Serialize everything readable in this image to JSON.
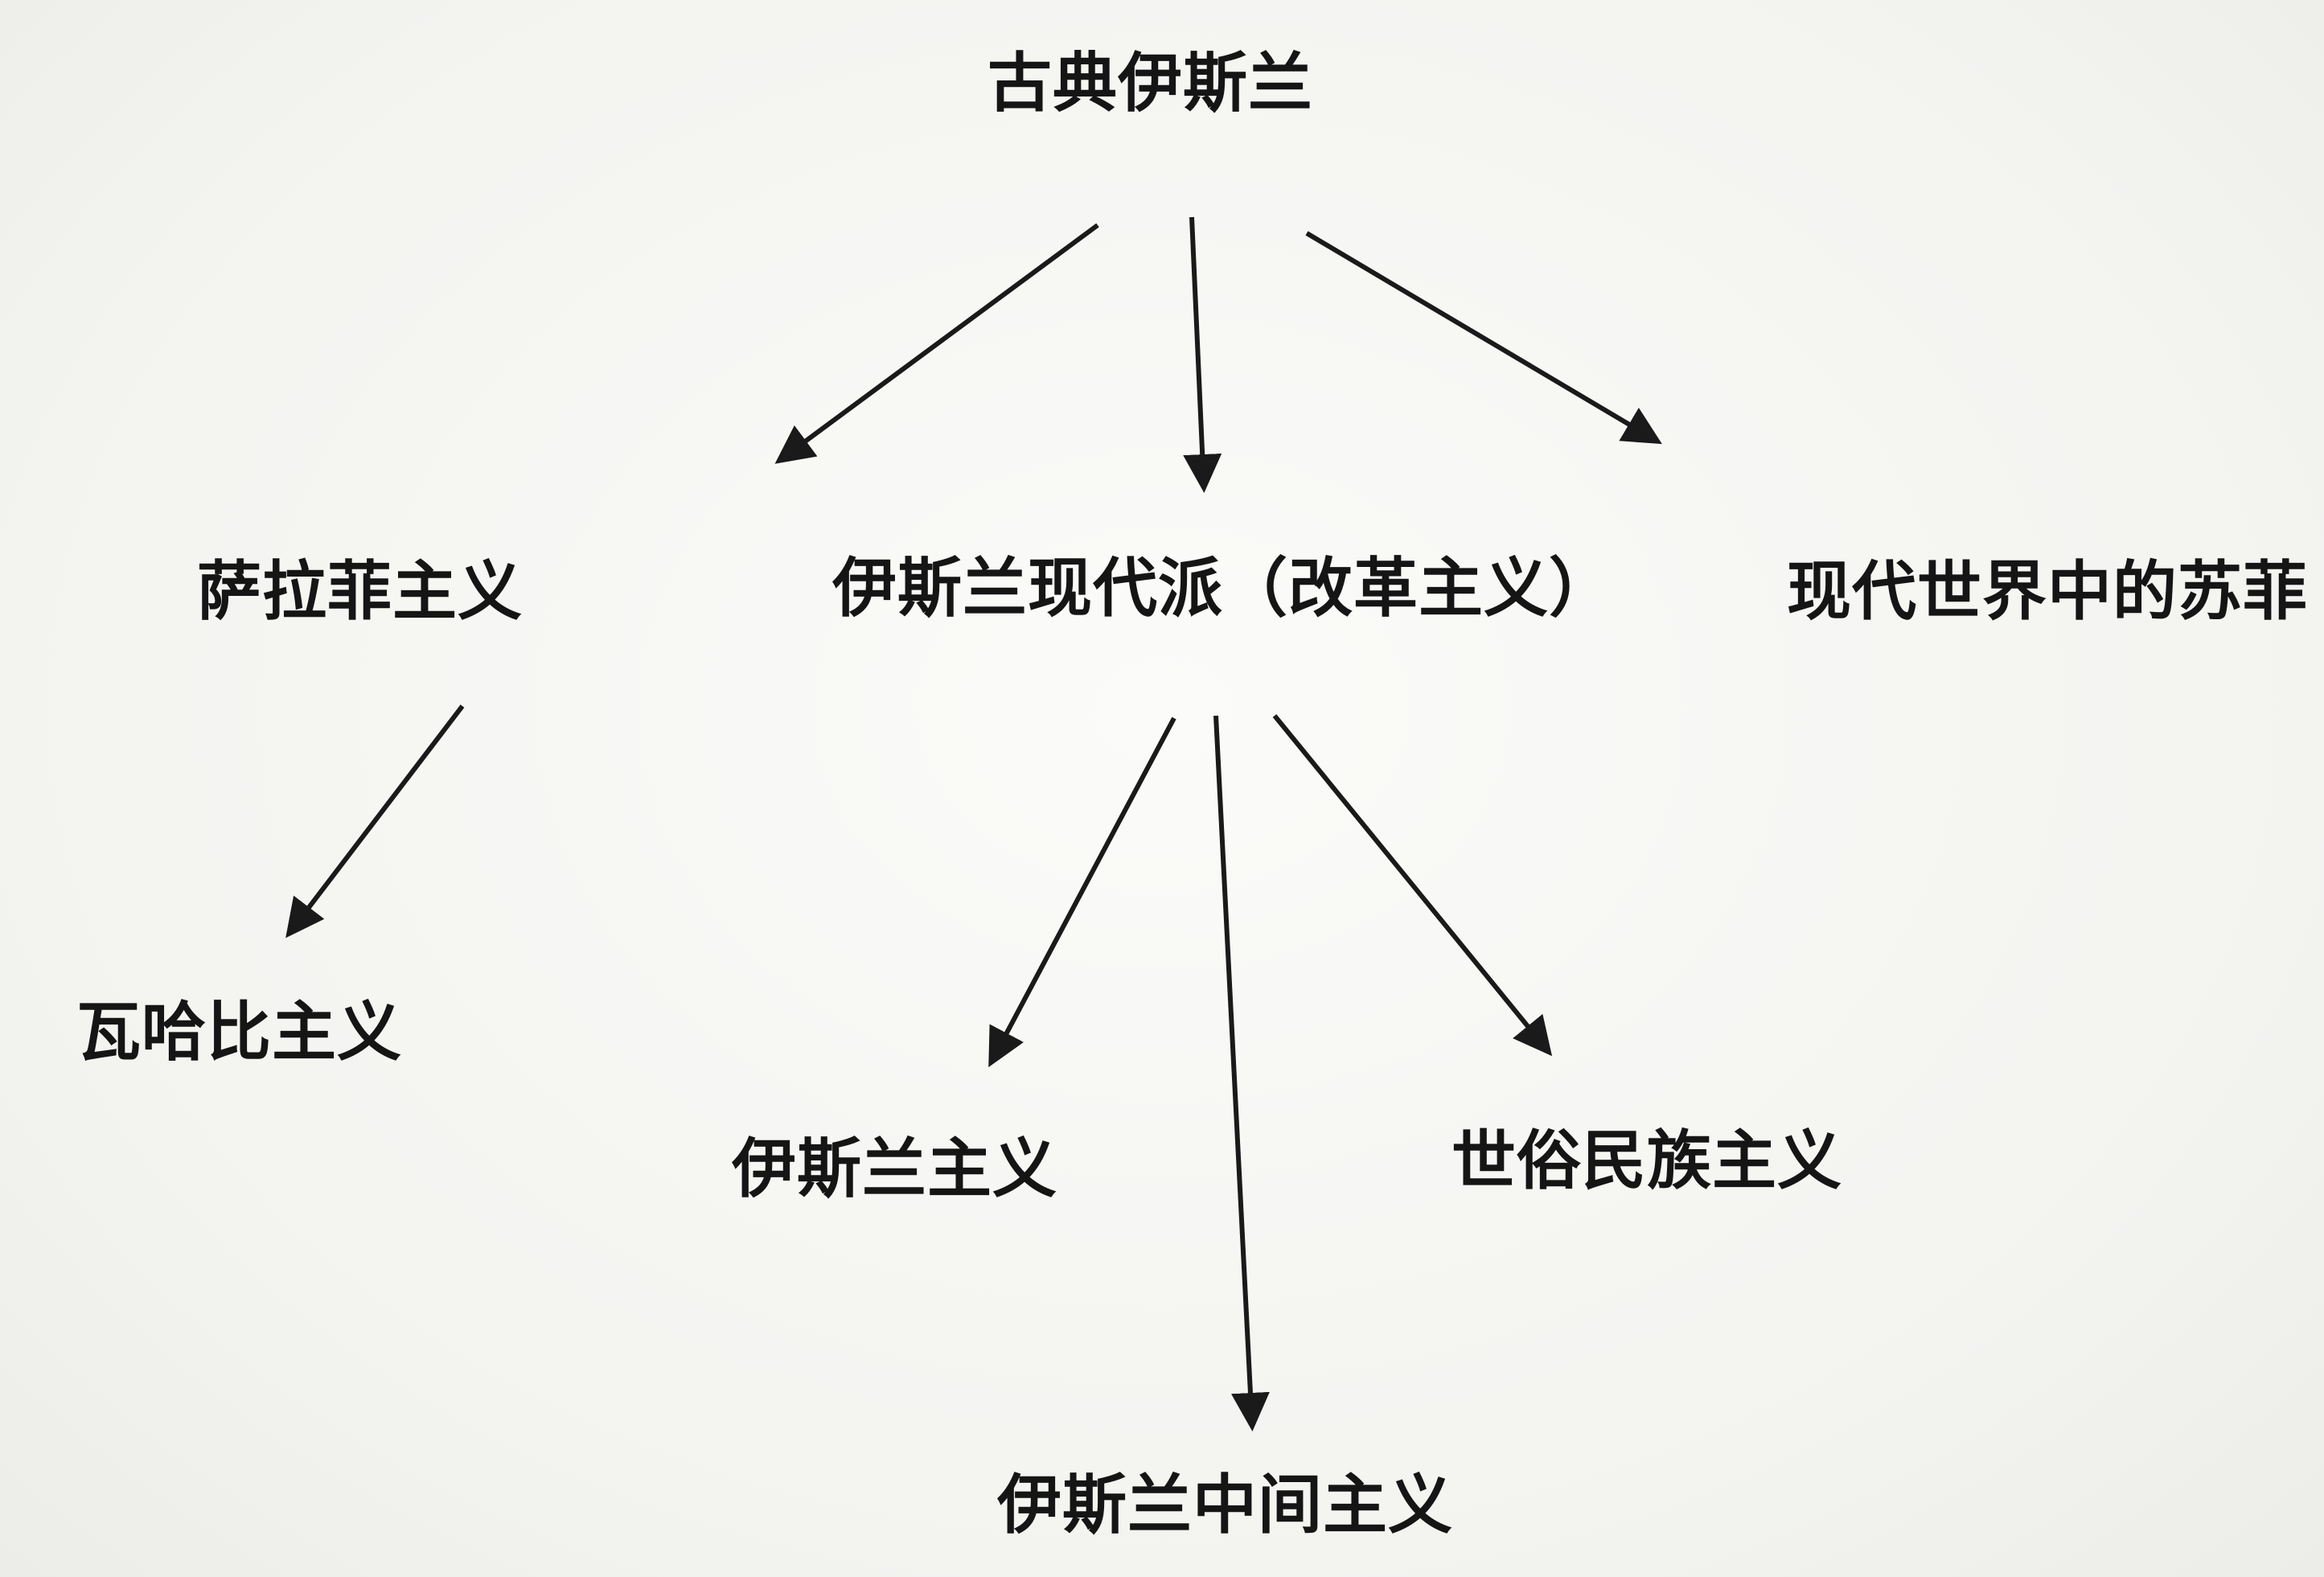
{
  "nodes": {
    "root": "古典伊斯兰",
    "salafism": "萨拉菲主义",
    "modernism": "伊斯兰现代派（改革主义）",
    "sufism": "现代世界中的苏菲",
    "wahhabism": "瓦哈比主义",
    "islamism": "伊斯兰主义",
    "centrism": "伊斯兰中间主义",
    "secular_nationalism": "世俗民族主义"
  },
  "colors": {
    "ink": "#151515",
    "arrow": "#1a1a1a"
  }
}
